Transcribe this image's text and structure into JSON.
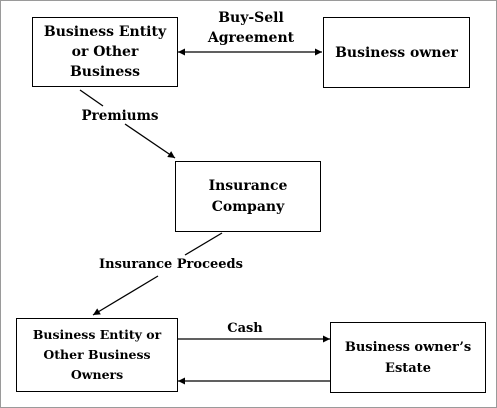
{
  "boxes": {
    "business_entity_top": "Business Entity\nor Other\nBusiness",
    "business_owner": "Business owner",
    "insurance_company": "Insurance\nCompany",
    "business_entity_bottom": "Business Entity or\nOther Business\nOwners",
    "owner_estate": "Business owner’s\nEstate"
  },
  "labels": {
    "buy_sell": "Buy-Sell\nAgreement",
    "premiums": "Premiums",
    "insurance_proceeds": "Insurance Proceeds",
    "cash": "Cash"
  }
}
